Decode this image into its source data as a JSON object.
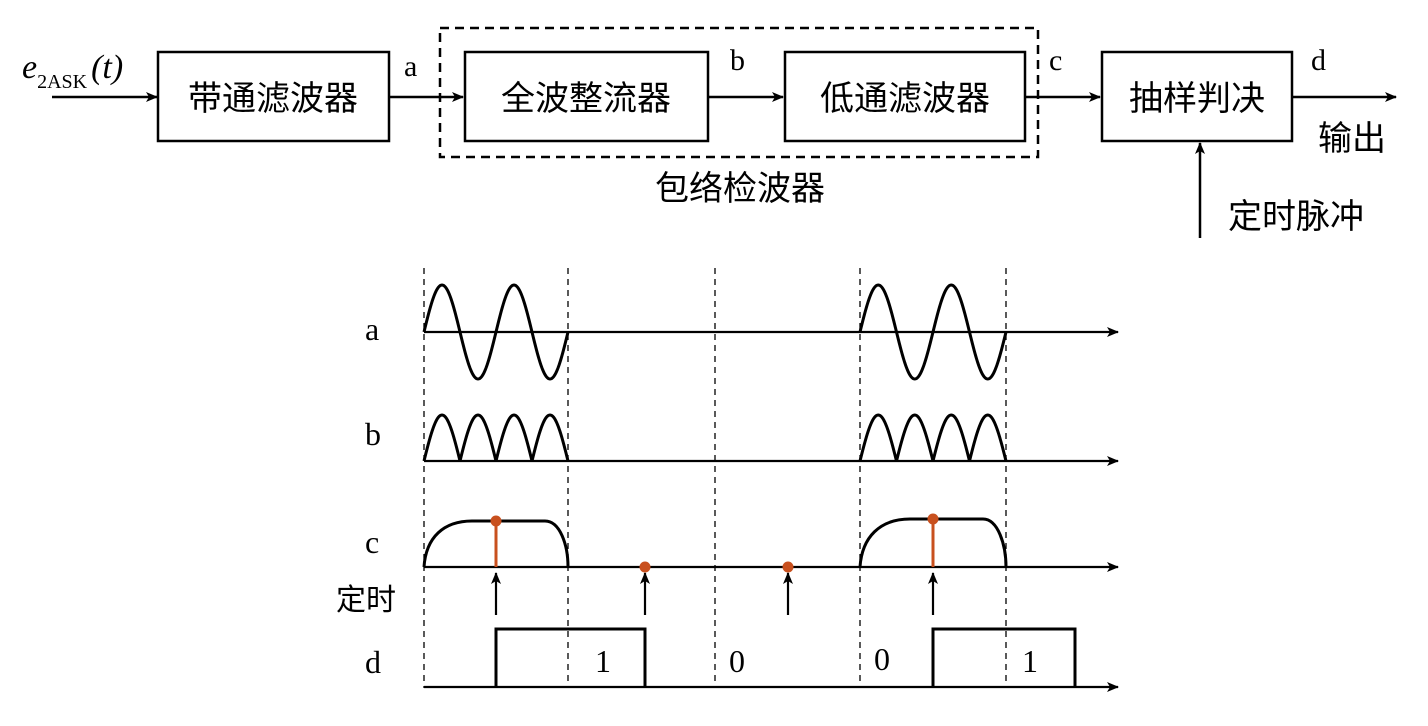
{
  "block_diagram": {
    "input_label": {
      "symbol": "e",
      "subscript": "2ASK",
      "argument": "(t)"
    },
    "blocks": [
      {
        "id": "bandpass",
        "label": "带通滤波器"
      },
      {
        "id": "rectifier",
        "label": "全波整流器"
      },
      {
        "id": "lowpass",
        "label": "低通滤波器"
      },
      {
        "id": "sampler",
        "label": "抽样判决"
      }
    ],
    "node_labels": [
      "a",
      "b",
      "c",
      "d"
    ],
    "envelope_detector_label": "包络检波器",
    "output_label": "输出",
    "timing_pulse_label": "定时脉冲"
  },
  "waveforms": {
    "row_labels": [
      "a",
      "b",
      "c",
      "d"
    ],
    "timing_label": "定时",
    "symbol_sequence": [
      1,
      0,
      0,
      1
    ],
    "decided_bits": [
      "1",
      "0",
      "0",
      "1"
    ],
    "sample_color": "#c8501e"
  }
}
